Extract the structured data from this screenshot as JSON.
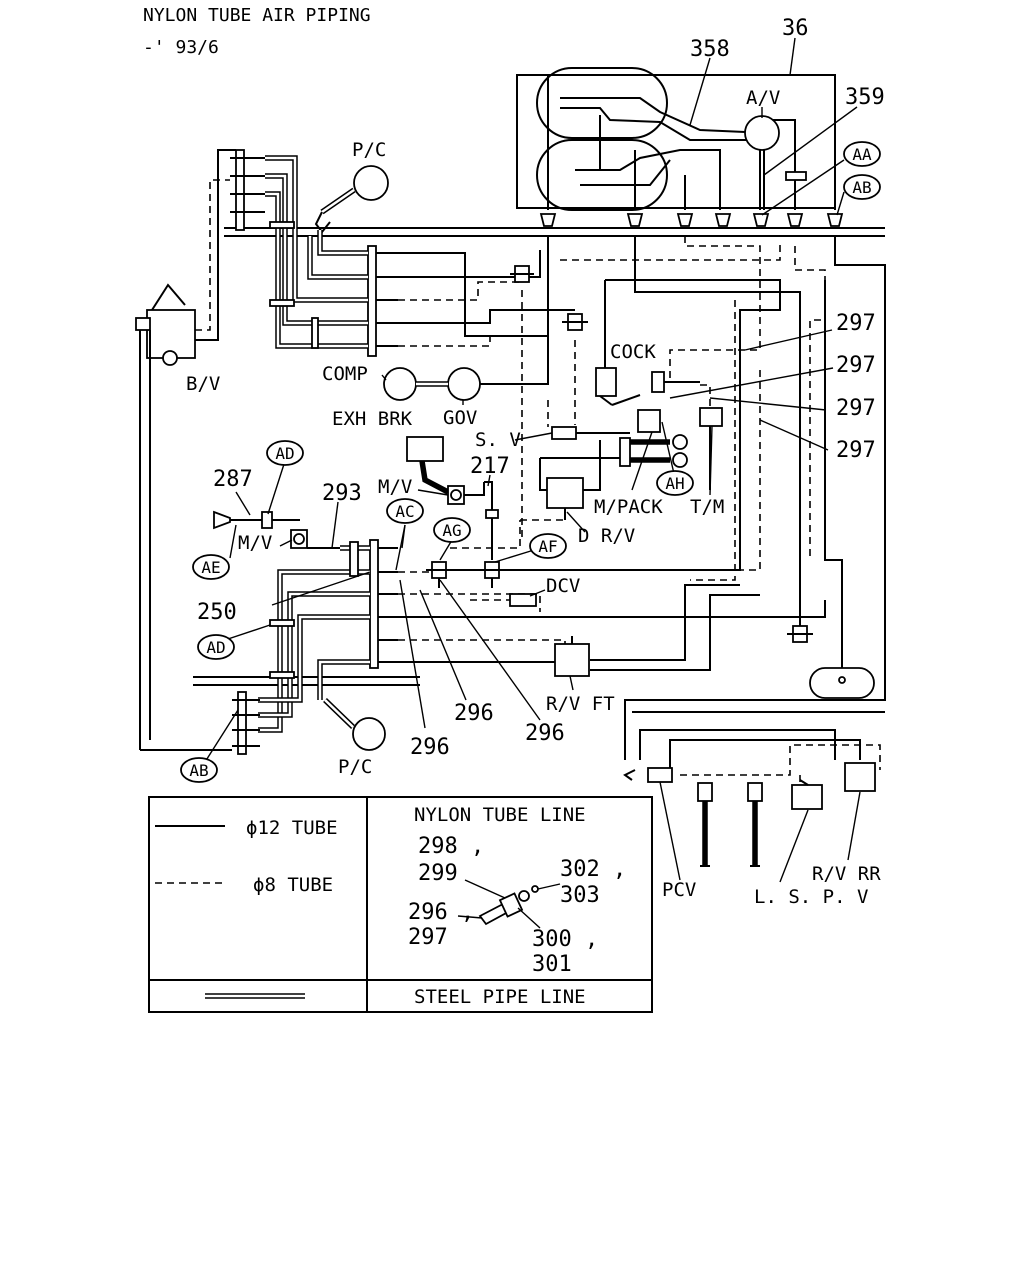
{
  "title": "NYLON TUBE AIR PIPING",
  "subtitle": "-' 93/6",
  "labels": {
    "pc_top": "P/C",
    "pc_bottom": "P/C",
    "av": "A/V",
    "bv": "B/V",
    "comp": "COMP",
    "gov": "GOV",
    "exh_brk": "EXH BRK",
    "cock": "COCK",
    "sv": "S. V",
    "mv_upper": "M/V",
    "mv_lower": "M/V",
    "m_pack": "M/PACK",
    "tm": "T/M",
    "dcv": "DCV",
    "drv": "D R/V",
    "rv_ft": "R/V  FT",
    "rv_rr": "R/V  RR",
    "pcv": "PCV",
    "lspv": "L. S. P. V"
  },
  "part_numbers": {
    "n36": "36",
    "n358": "358",
    "n359": "359",
    "n297_a": "297",
    "n297_b": "297",
    "n297_c": "297",
    "n297_d": "297",
    "n287": "287",
    "n293": "293",
    "n217": "217",
    "n250": "250",
    "n296_a": "296",
    "n296_b": "296",
    "n296_c": "296"
  },
  "bubbles": {
    "aa": "AA",
    "ab_top": "AB",
    "ab_bottom": "AB",
    "ad_top": "AD",
    "ad_left": "AD",
    "ae": "AE",
    "ac": "AC",
    "ag": "AG",
    "af": "AF",
    "ah": "AH"
  },
  "legend": {
    "tube12": "ϕ12 TUBE",
    "tube8": "ϕ8 TUBE",
    "nylon_heading": "NYLON TUBE LINE",
    "steel_heading": "STEEL PIPE LINE",
    "p298": "298 ,",
    "p299": "299",
    "p302": "302 ,",
    "p303": "303",
    "p296": "296 ,",
    "p297": "297",
    "p300": "300 ,",
    "p301": "301"
  }
}
